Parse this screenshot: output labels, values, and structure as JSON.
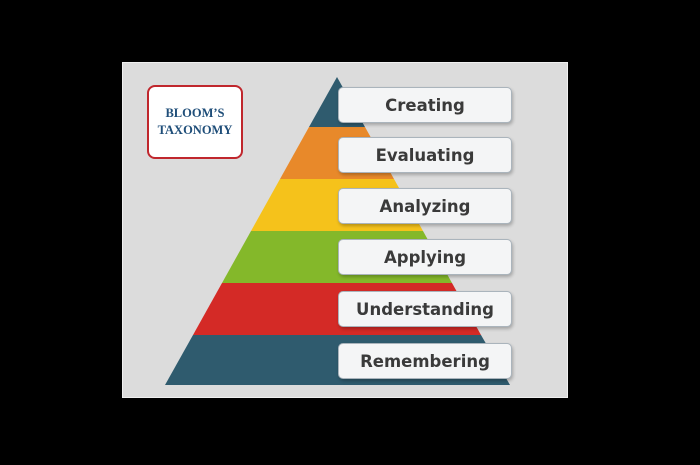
{
  "title": {
    "line1": "BLOOM’S",
    "line2": "TAXONOMY"
  },
  "levels": [
    {
      "label": "Creating",
      "color": "#2f5b6e"
    },
    {
      "label": "Evaluating",
      "color": "#e8892a"
    },
    {
      "label": "Analyzing",
      "color": "#f5c21b"
    },
    {
      "label": "Applying",
      "color": "#84b82a"
    },
    {
      "label": "Understanding",
      "color": "#d42a26"
    },
    {
      "label": "Remembering",
      "color": "#2f5b6e"
    }
  ]
}
